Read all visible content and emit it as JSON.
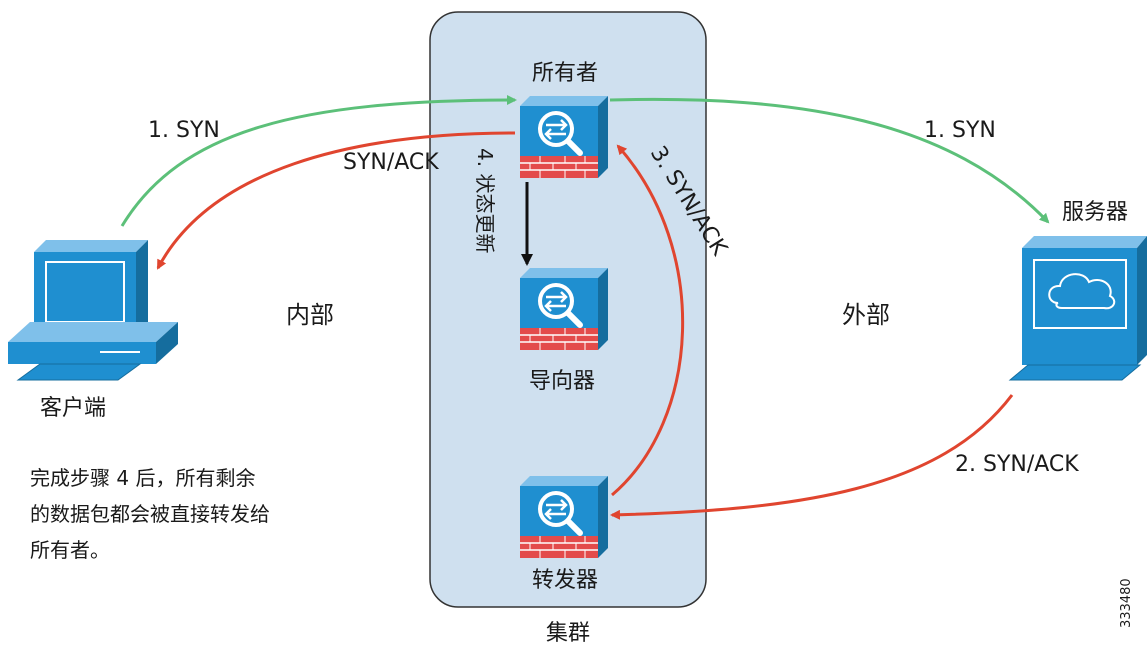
{
  "cluster": {
    "label": "集群"
  },
  "devices": {
    "owner": "所有者",
    "director": "导向器",
    "forwarder": "转发器",
    "server": "服务器",
    "client": "客户端"
  },
  "zones": {
    "inside": "内部",
    "outside": "外部"
  },
  "flows": {
    "syn_client": "1. SYN",
    "syn_server": "1. SYN",
    "synack_client": "SYN/ACK",
    "synack_server": "2. SYN/ACK",
    "synack_forward": "3. SYN/ACK",
    "state_update": "4. 状态更新"
  },
  "note": {
    "lines": [
      "完成步骤 4 后，所有剩余",
      "的数据包都会被直接转发给",
      "所有者。"
    ]
  },
  "figure_id": "333480",
  "colors": {
    "green": "#5cc079",
    "red": "#e0452f",
    "cluster_fill": "#cfe0ef",
    "device_blue": "#1f8fd0"
  }
}
